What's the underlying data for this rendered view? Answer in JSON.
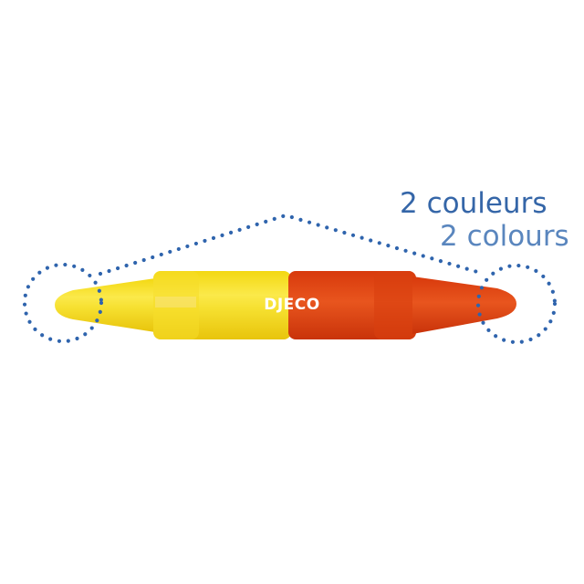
{
  "caption": {
    "french": "2 couleurs",
    "english": "2 colours"
  },
  "product": {
    "brand": "DJECO",
    "type": "two-ended crayon",
    "colors": {
      "left_end": "#f7e21a",
      "right_end": "#e0440f",
      "dots": "#2f64ad",
      "text": "#3566a8"
    }
  }
}
